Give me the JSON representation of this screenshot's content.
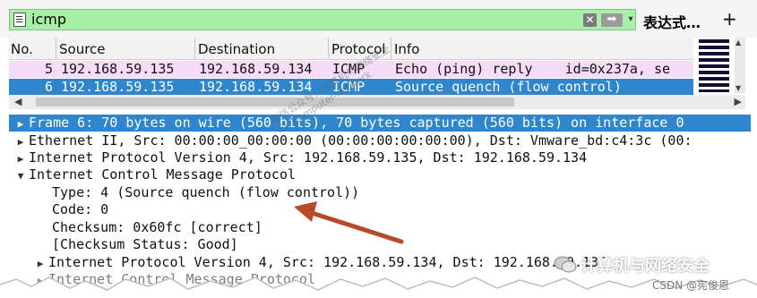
{
  "filter": {
    "value": "icmp",
    "clear_label": "✕",
    "apply_label": "➡",
    "dropdown_label": "▾",
    "expression_label": "表达式…",
    "add_label": "+"
  },
  "packet_list": {
    "columns": [
      "No.",
      "Source",
      "Destination",
      "Protocol",
      "Info"
    ],
    "rows": [
      {
        "no": "5",
        "source": "192.168.59.135",
        "destination": "192.168.59.134",
        "protocol": "ICMP",
        "info": "Echo (ping) reply    id=0x237a, se"
      },
      {
        "no": "6",
        "source": "192.168.59.135",
        "destination": "192.168.59.134",
        "protocol": "ICMP",
        "info": "Source quench (flow control)"
      }
    ]
  },
  "details": {
    "frame": "Frame 6: 70 bytes on wire (560 bits), 70 bytes captured (560 bits) on interface 0",
    "ethernet": "Ethernet II, Src: 00:00:00_00:00:00 (00:00:00:00:00:00), Dst: Vmware_bd:c4:3c (00:",
    "ip": "Internet Protocol Version 4, Src: 192.168.59.135, Dst: 192.168.59.134",
    "icmp": "Internet Control Message Protocol",
    "type": "Type: 4 (Source quench (flow control))",
    "code": "Code: 0",
    "checksum": "Checksum: 0x60fc [correct]",
    "checksum_status": "[Checksum Status: Good]",
    "inner_ip": "Internet Protocol Version 4, Src: 192.168.59.134, Dst: 192.168.59.134",
    "inner_icmp": "Internet Control Message Protocol"
  },
  "watermark": {
    "line1": "微信公众号：计算机与网络安全",
    "line2": "ID: Computer-network"
  },
  "logo": {
    "text": "计算机与网络安全"
  },
  "credit": "CSDN @宪俊恩",
  "colors": {
    "selected": "#2f86cc",
    "filter_ok": "#a8f0a8",
    "icmp_row": "#f6dcf6",
    "arrow": "#b84a2a"
  }
}
